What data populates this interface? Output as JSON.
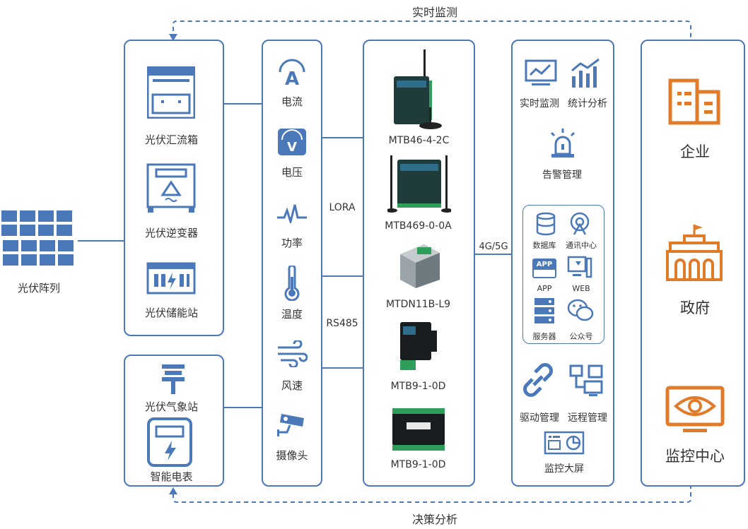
{
  "flows": {
    "top": "实时监测",
    "bottom": "决策分析"
  },
  "pv_array": {
    "label": "光伏阵列"
  },
  "sources": {
    "items": [
      "光伏汇流箱",
      "光伏逆变器",
      "光伏储能站"
    ]
  },
  "aux_sources": {
    "items": [
      "光伏气象站",
      "智能电表"
    ]
  },
  "sensors": {
    "items": [
      "电流",
      "电压",
      "功率",
      "温度",
      "风速",
      "摄像头"
    ]
  },
  "links": {
    "lora": "LORA",
    "rs485": "RS485",
    "cellular": "4G/5G"
  },
  "devices": {
    "items": [
      "MTB46-4-2C",
      "MTB469-0-0A",
      "MTDN11B-L9",
      "MTB9-1-0D",
      "MTB9-1-0D"
    ]
  },
  "platform": {
    "top_items": [
      "实时监测",
      "统计分析",
      "告警管理"
    ],
    "inner_items": [
      "数据库",
      "通讯中心",
      "APP",
      "WEB",
      "服务器",
      "公众号"
    ],
    "inner_badge": "APP",
    "bottom_items": [
      "驱动管理",
      "远程管理",
      "监控大屏"
    ]
  },
  "clients": {
    "items": [
      "企业",
      "政府",
      "监控中心"
    ]
  },
  "colors": {
    "blue": "#4a78b8",
    "orange": "#e07b2a",
    "device_dark": "#1f3b3a",
    "device_green": "#2e9e5a"
  }
}
